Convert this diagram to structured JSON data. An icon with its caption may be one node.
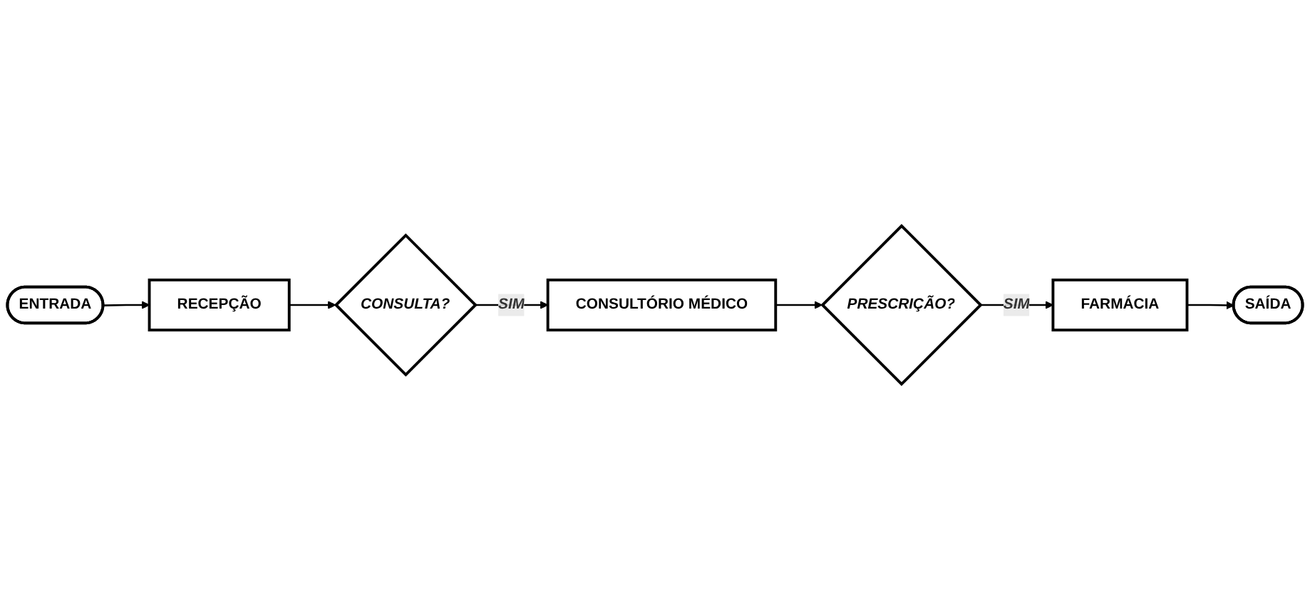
{
  "diagram": {
    "nodes": [
      {
        "text": [
          "ENTRADA"
        ]
      },
      {
        "text": [
          "RECEPÇÃO"
        ]
      },
      {
        "text": [
          "CONSULTA?"
        ]
      },
      {
        "text": [
          "CONSULTÓRIO MÉDICO"
        ]
      },
      {
        "text": [
          "PRESCRIÇÃO?"
        ]
      },
      {
        "text": [
          "FARMÁCIA"
        ]
      },
      {
        "text": [
          "SAÍDA"
        ]
      }
    ],
    "edges": [
      {
        "from": 0,
        "to": 1,
        "arrow": "to"
      },
      {
        "from": 1,
        "to": 2,
        "arrow": "to"
      },
      {
        "from": 2,
        "to": 3,
        "arrow": "to",
        "label": "SIM"
      },
      {
        "from": 3,
        "to": 4,
        "arrow": "to"
      },
      {
        "from": 4,
        "to": 5,
        "arrow": "to",
        "label": "SIM"
      },
      {
        "from": 5,
        "to": 6,
        "arrow": "to"
      }
    ]
  }
}
